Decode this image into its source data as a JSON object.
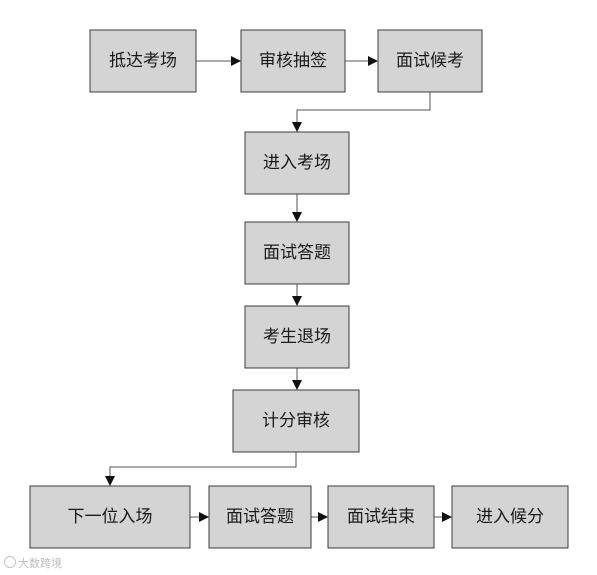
{
  "diagram": {
    "nodes": [
      {
        "id": "n1",
        "label": "抵达考场"
      },
      {
        "id": "n2",
        "label": "审核抽签"
      },
      {
        "id": "n3",
        "label": "面试候考"
      },
      {
        "id": "n4",
        "label": "进入考场"
      },
      {
        "id": "n5",
        "label": "面试答题"
      },
      {
        "id": "n6",
        "label": "考生退场"
      },
      {
        "id": "n7",
        "label": "计分审核"
      },
      {
        "id": "n8",
        "label": "下一位入场"
      },
      {
        "id": "n9",
        "label": "面试答题"
      },
      {
        "id": "n10",
        "label": "面试结束"
      },
      {
        "id": "n11",
        "label": "进入候分"
      }
    ],
    "edges": [
      {
        "from": "n1",
        "to": "n2"
      },
      {
        "from": "n2",
        "to": "n3"
      },
      {
        "from": "n3",
        "to": "n4"
      },
      {
        "from": "n4",
        "to": "n5"
      },
      {
        "from": "n5",
        "to": "n6"
      },
      {
        "from": "n6",
        "to": "n7"
      },
      {
        "from": "n7",
        "to": "n8"
      },
      {
        "from": "n8",
        "to": "n9"
      },
      {
        "from": "n9",
        "to": "n10"
      },
      {
        "from": "n10",
        "to": "n11"
      }
    ]
  },
  "watermark": {
    "text": "大数跨境",
    "icon": "watermark-logo-icon"
  }
}
